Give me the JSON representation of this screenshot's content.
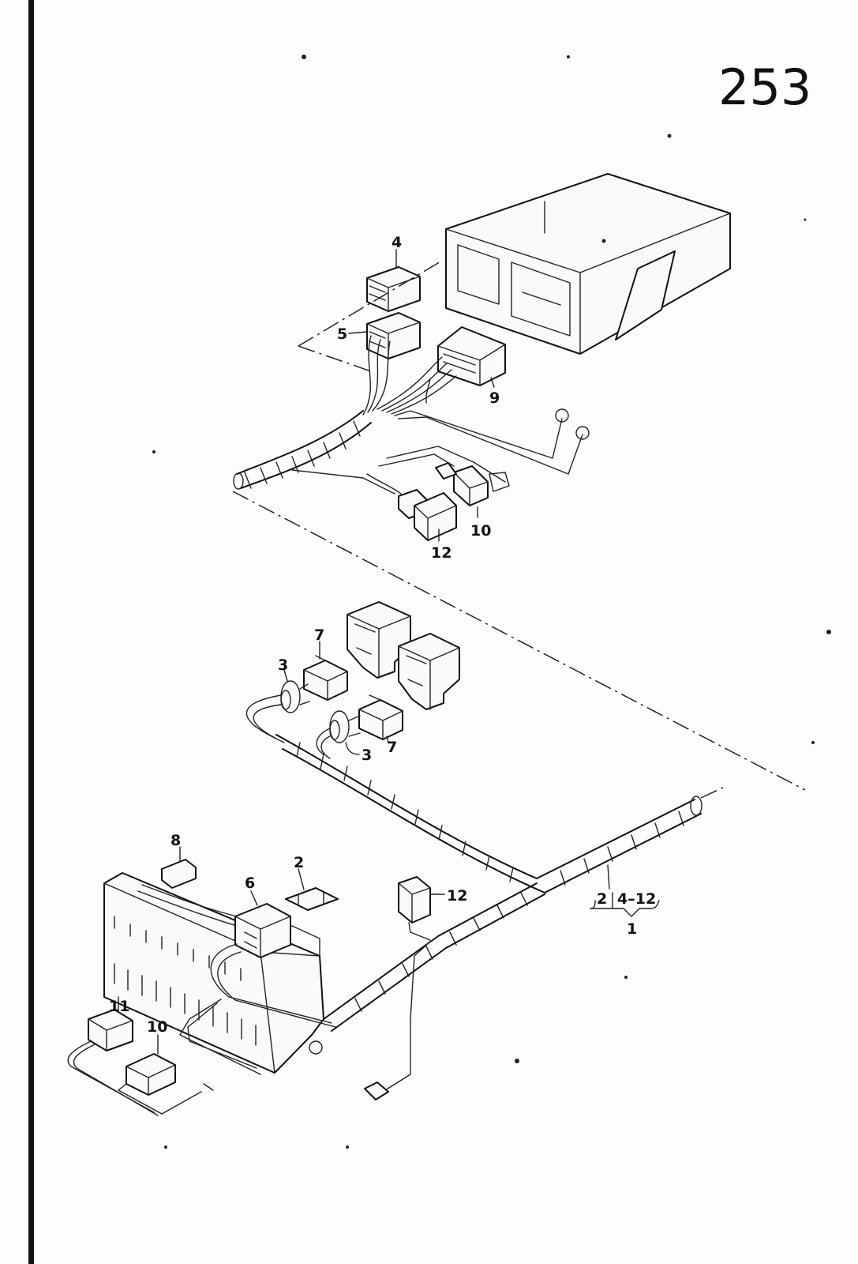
{
  "page_number": "253",
  "callouts": {
    "c4": "4",
    "c5": "5",
    "c9": "9",
    "c10_top": "10",
    "c12_top": "12",
    "c7_upper": "7",
    "c3_upper": "3",
    "c3_lower": "3",
    "c7_lower": "7",
    "c8": "8",
    "c2": "2",
    "c6": "6",
    "c12_mid": "12",
    "c11": "11",
    "c10_bottom": "10"
  },
  "assembly_note": {
    "part_a": "2",
    "part_b": "4–12",
    "result": "1"
  }
}
